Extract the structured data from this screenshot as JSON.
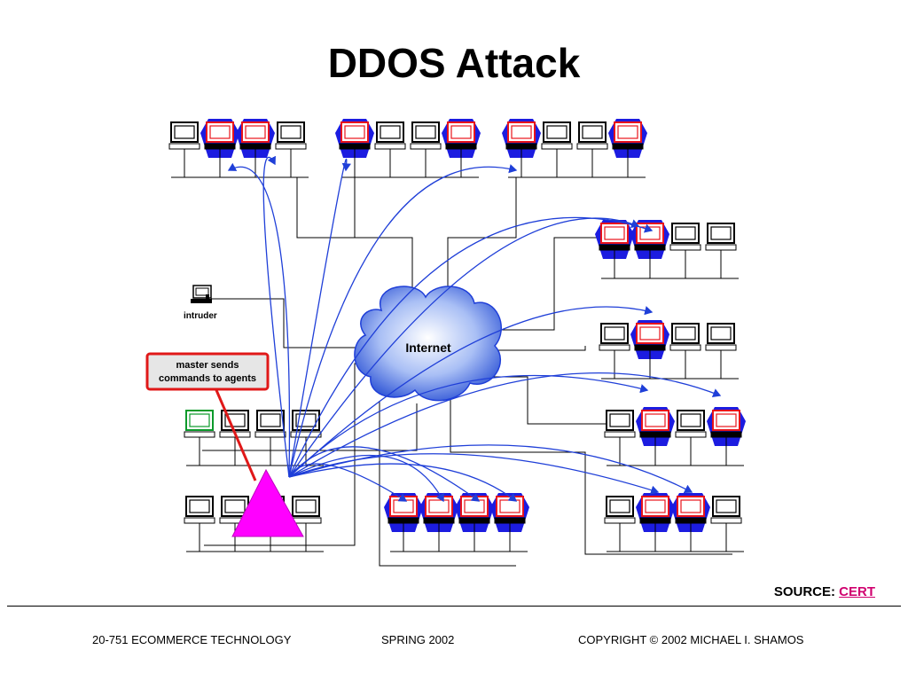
{
  "slide": {
    "title": "DDOS Attack"
  },
  "diagram": {
    "cloud_label": "Internet",
    "intruder_label": "intruder",
    "callout_line1": "master sends",
    "callout_line2": "commands to agents"
  },
  "source": {
    "prefix": "SOURCE:",
    "link_text": "CERT"
  },
  "footer": {
    "left": "20-751 ECOMMERCE TECHNOLOGY",
    "center": "SPRING 2002",
    "right": "COPYRIGHT © 2002 MICHAEL I. SHAMOS"
  },
  "colors": {
    "agent": "#1c1ce0",
    "agent_screen": "#e8141c",
    "master": "#ff00ff",
    "attacker": "#0a9a2a",
    "callout_border": "#e01818",
    "arrow": "#1f3fd8",
    "link": "#d0006f"
  }
}
